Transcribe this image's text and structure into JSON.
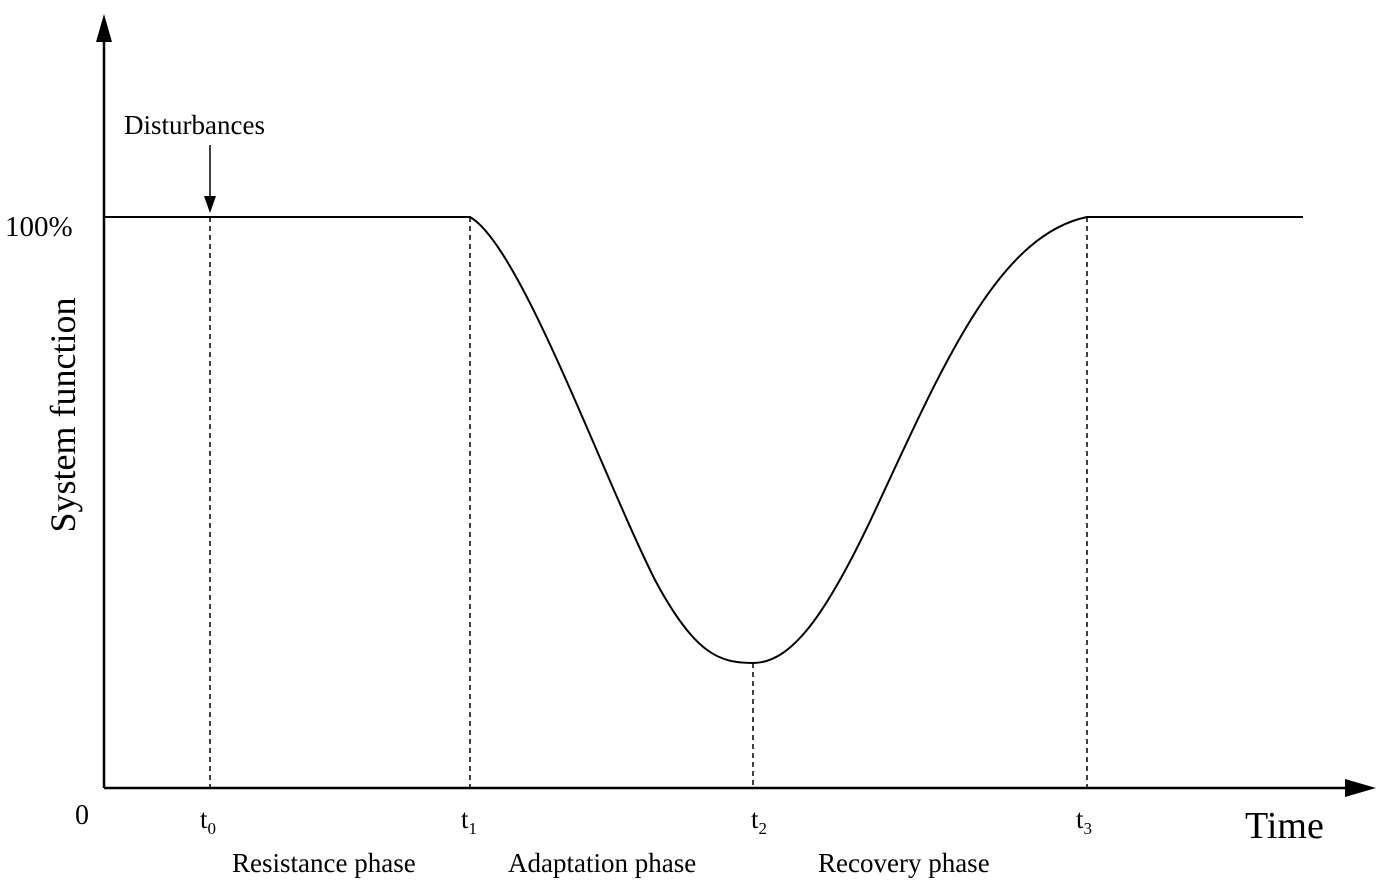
{
  "chart_data": {
    "type": "line",
    "title": "",
    "xlabel": "Time",
    "ylabel": "System function",
    "origin_label": "0",
    "y_tick_label": "100%",
    "annotation": "Disturbances",
    "time_points": [
      {
        "label": "t",
        "sub": "0"
      },
      {
        "label": "t",
        "sub": "1"
      },
      {
        "label": "t",
        "sub": "2"
      },
      {
        "label": "t",
        "sub": "3"
      }
    ],
    "phases": [
      "Resistance phase",
      "Adaptation phase",
      "Recovery phase"
    ],
    "series": [
      {
        "name": "System function",
        "x": [
          "start",
          "t0",
          "t1",
          "t2",
          "t3",
          "end"
        ],
        "y_percent": [
          100,
          100,
          100,
          22,
          100,
          100
        ]
      }
    ]
  }
}
